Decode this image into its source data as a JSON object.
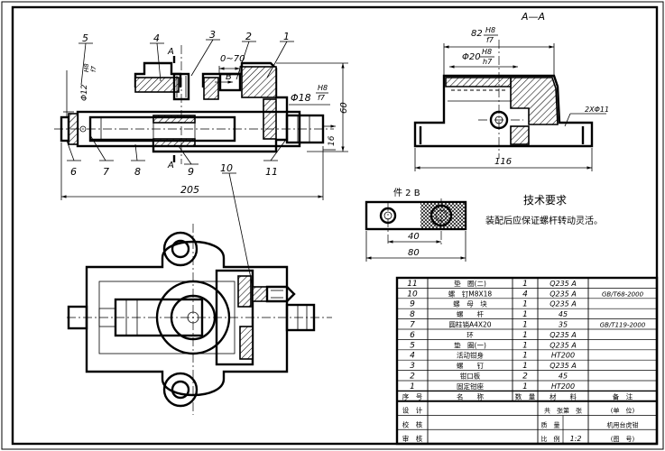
{
  "colors": {
    "ink": "#000000",
    "paper": "#ffffff"
  },
  "front_view": {
    "balloons": [
      "1",
      "2",
      "3",
      "4",
      "5",
      "6",
      "7",
      "8",
      "9",
      "10",
      "11"
    ],
    "section_marks": {
      "a_top": "A",
      "a_bottom": "A",
      "b": "B"
    },
    "dims": {
      "gap": "0~70",
      "shaft_dia": "Φ12",
      "shaft_fit_num": "H8",
      "shaft_fit_den": "f7",
      "dia18": "Φ18",
      "dia18_fit_num": "H8",
      "dia18_fit_den": "f7",
      "height": "60",
      "small": "16",
      "length": "205"
    }
  },
  "section_view": {
    "title": "A—A",
    "dims": {
      "d82": "82",
      "d82_fit_num": "H8",
      "d82_fit_den": "f7",
      "d20": "Φ20",
      "d20_fit_num": "H8",
      "d20_fit_den": "h7",
      "holes": "2XΦ11",
      "width": "116"
    }
  },
  "detail": {
    "title": "件 2  B",
    "dims": {
      "d40": "40",
      "d80": "80"
    }
  },
  "tech_req": {
    "title": "技术要求",
    "text": "装配后应保证螺杆转动灵活。"
  },
  "bom": {
    "rows": [
      {
        "no": "11",
        "name": "垫　圈(二)",
        "qty": "1",
        "material": "Q235 A",
        "note": ""
      },
      {
        "no": "10",
        "name": "螺　钉M8X18",
        "qty": "4",
        "material": "Q235 A",
        "note": "GB/T68-2000"
      },
      {
        "no": "9",
        "name": "螺　母　块",
        "qty": "1",
        "material": "Q235 A",
        "note": ""
      },
      {
        "no": "8",
        "name": "螺　　杆",
        "qty": "1",
        "material": "45",
        "note": ""
      },
      {
        "no": "7",
        "name": "圆柱销A4X20",
        "qty": "1",
        "material": "35",
        "note": "GB/T119-2000"
      },
      {
        "no": "6",
        "name": "环",
        "qty": "1",
        "material": "Q235 A",
        "note": ""
      },
      {
        "no": "5",
        "name": "垫　圈(一)",
        "qty": "1",
        "material": "Q235 A",
        "note": ""
      },
      {
        "no": "4",
        "name": "活动钳身",
        "qty": "1",
        "material": "HT200",
        "note": ""
      },
      {
        "no": "3",
        "name": "螺　　钉",
        "qty": "1",
        "material": "Q235 A",
        "note": ""
      },
      {
        "no": "2",
        "name": "钳口板",
        "qty": "2",
        "material": "45",
        "note": ""
      },
      {
        "no": "1",
        "name": "固定钳座",
        "qty": "1",
        "material": "HT200",
        "note": ""
      }
    ],
    "header": {
      "no": "序　号",
      "name": "名　　称",
      "qty": "数　量",
      "material": "材　　料",
      "note": "备　注"
    },
    "title_block": {
      "design": "设　计",
      "check": "校　核",
      "review": "审　核",
      "total_sheets": "共　张第　张",
      "unit": "(单　位)",
      "mass": "质　量",
      "scale_label": "比　例",
      "scale": "1:2",
      "product": "机用台虎钳",
      "drawing_no": "(图　号)"
    }
  }
}
